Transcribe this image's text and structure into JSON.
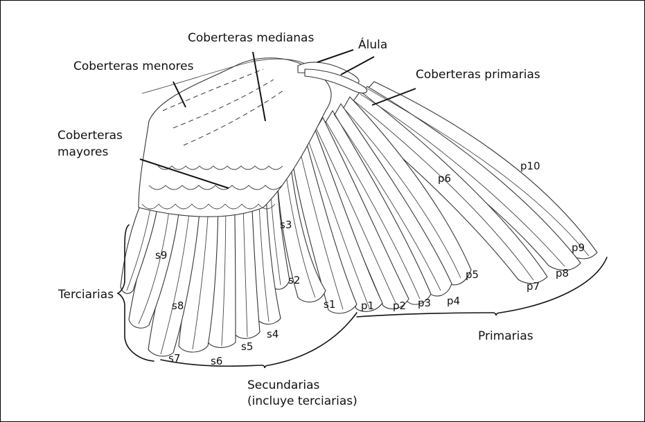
{
  "labels": {
    "lesser_coverts": "Coberteras menores",
    "median_coverts": "Coberteras medianas",
    "alula": "Álula",
    "primary_coverts": "Coberteras primarias",
    "greater_coverts_1": "Coberteras",
    "greater_coverts_2": "mayores",
    "tertials": "Terciarias",
    "primaries": "Primarias",
    "secondaries_1": "Secundarias",
    "secondaries_2": "(incluye terciarias)"
  },
  "feathers": {
    "s1": "s1",
    "s2": "s2",
    "s3": "s3",
    "s4": "s4",
    "s5": "s5",
    "s6": "s6",
    "s7": "s7",
    "s8": "s8",
    "s9": "s9",
    "p1": "p1",
    "p2": "p2",
    "p3": "p3",
    "p4": "p4",
    "p5": "p5",
    "p6": "p6",
    "p7": "p7",
    "p8": "p8",
    "p9": "p9",
    "p10": "p10"
  }
}
